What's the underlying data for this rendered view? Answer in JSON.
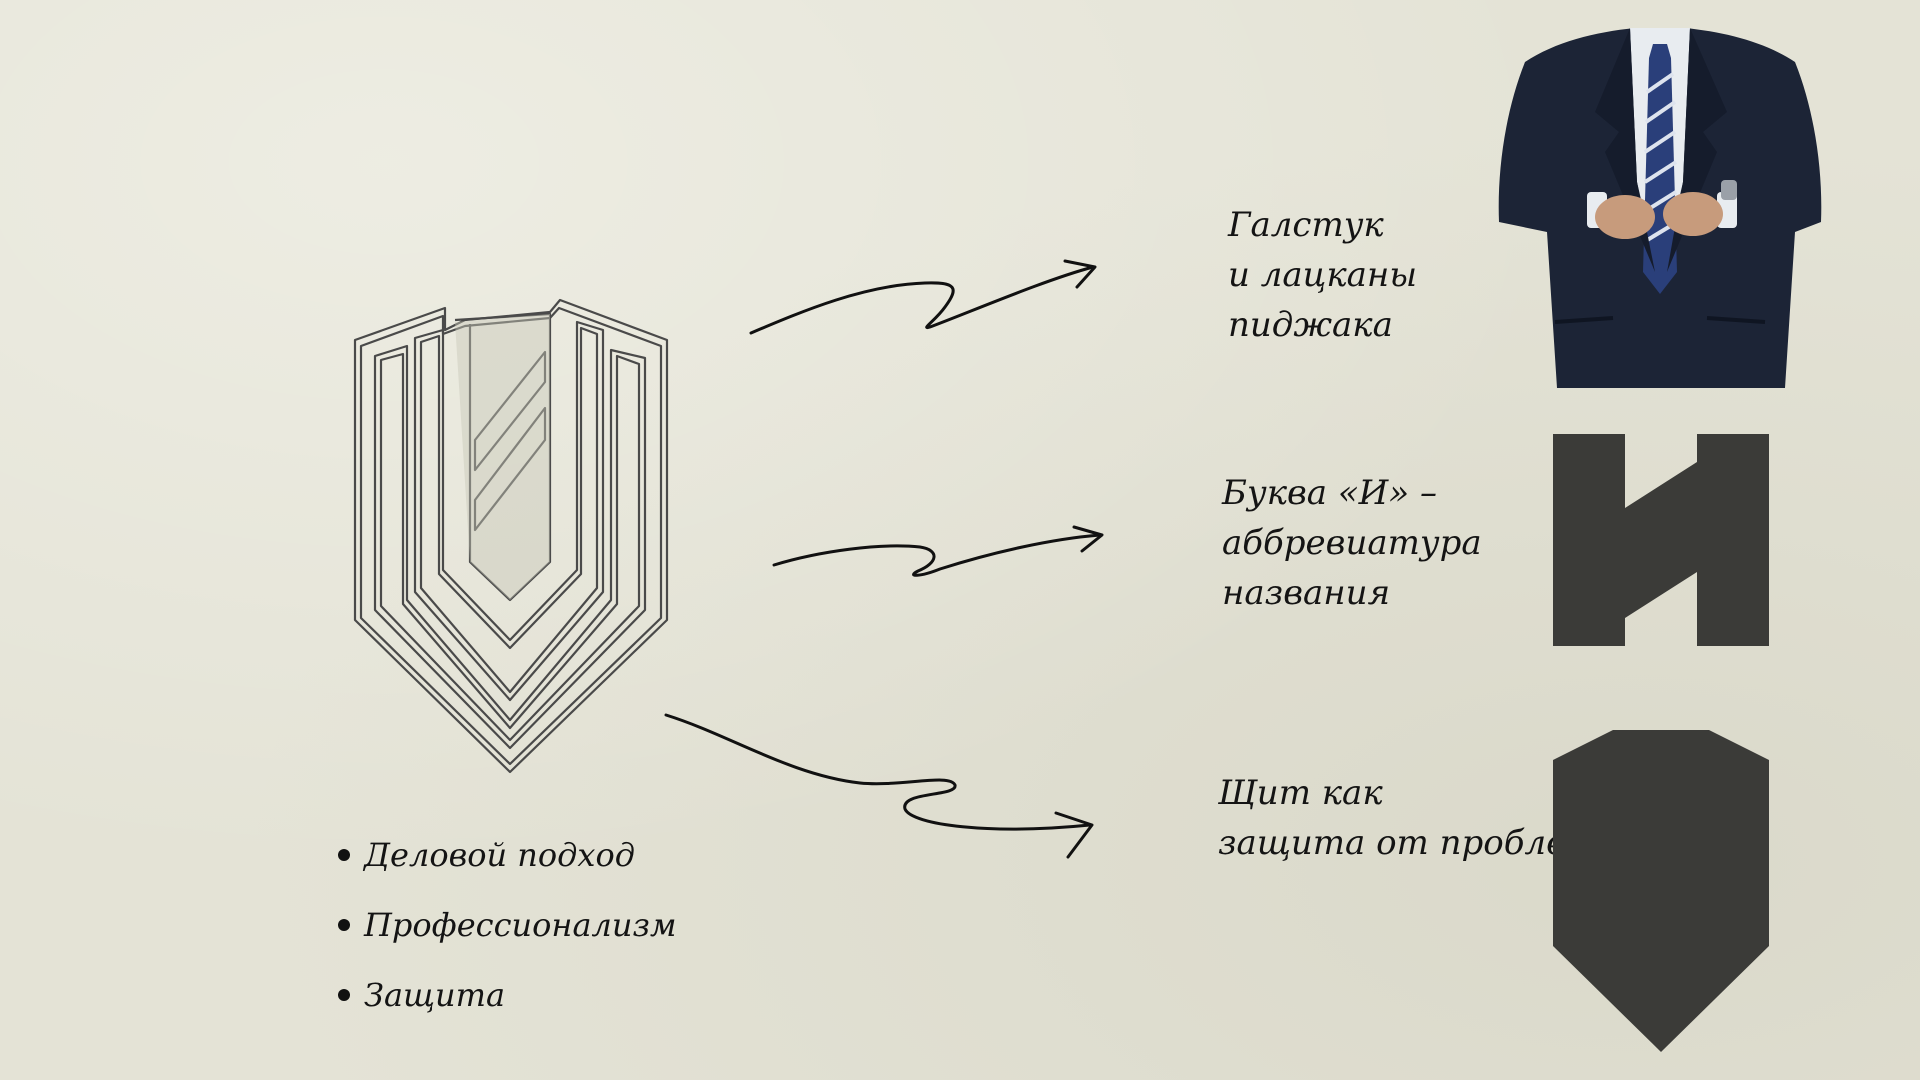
{
  "notes": [
    {
      "lines": [
        "Галстук",
        "и лацканы",
        "пиджака"
      ]
    },
    {
      "lines": [
        "Буква «И» –",
        "аббревиатура",
        "названия"
      ]
    },
    {
      "lines": [
        "Щит как",
        "защита от проблем"
      ]
    }
  ],
  "bullets": [
    "Деловой подход",
    "Профессионализм",
    "Защита"
  ],
  "letter_glyph": "И",
  "icons": {
    "sketch": "shield-logo-sketch-icon",
    "photo": "business-suit-photo",
    "letter": "letter-i-icon",
    "shield": "shield-icon"
  },
  "colors": {
    "paper": "#e4e3d6",
    "ink": "#141414",
    "icon_dark": "#3b3b38",
    "suit_navy": "#1c2436"
  }
}
